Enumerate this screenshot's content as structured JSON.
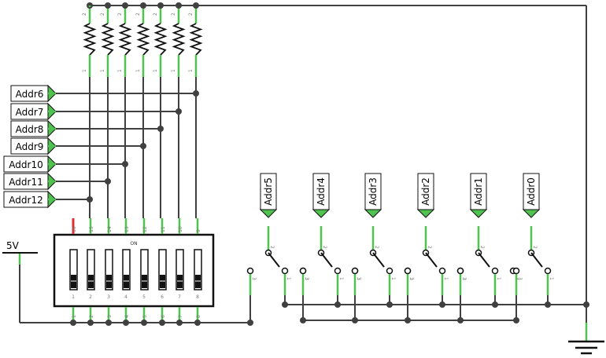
{
  "left_labels": [
    "Addr6",
    "Addr7",
    "Addr8",
    "Addr9",
    "Addr10",
    "Addr11",
    "Addr12"
  ],
  "top_labels": [
    "Addr5",
    "Addr4",
    "Addr3",
    "Addr2",
    "Addr1",
    "Addr0"
  ],
  "power_label": "5V",
  "dip": {
    "on_label": "ON",
    "bottom_pins": [
      "1",
      "2",
      "3",
      "4",
      "5",
      "6",
      "7",
      "8"
    ],
    "top_pins": [
      "16",
      "15",
      "14",
      "13",
      "12",
      "11",
      "10",
      "9"
    ],
    "inner_numbers": [
      "1",
      "2",
      "3",
      "4",
      "5",
      "6",
      "7",
      "8"
    ]
  },
  "resistor_pins": {
    "top": "2",
    "bottom": "1"
  },
  "switch_pins": {
    "common": "2",
    "a": "1",
    "b": "3"
  }
}
